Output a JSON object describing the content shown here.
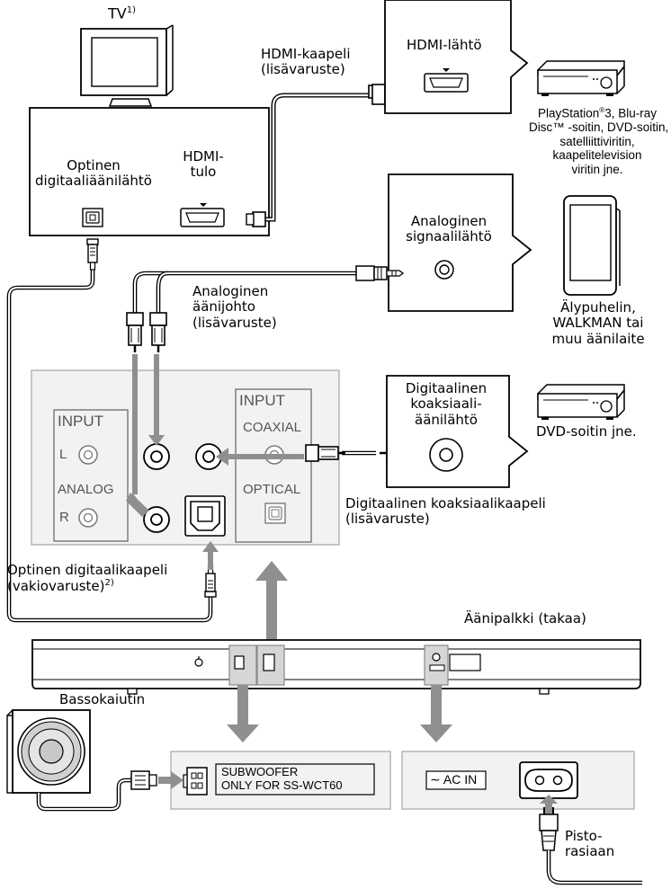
{
  "labels": {
    "tv": "TV",
    "tv_sup": "1)",
    "hdmi_cable_l1": "HDMI-kaapeli",
    "hdmi_cable_l2": "(lisävaruste)",
    "hdmi_out": "HDMI-lähtö",
    "players_l1": "PlayStation",
    "players_reg": "®",
    "players_l1b": "3, Blu-ray",
    "players_l2": "Disc™ -soitin, DVD-soitin,",
    "players_l3": "satelliittiviritin,",
    "players_l4": "kaapelitelevision",
    "players_l5": "viritin jne.",
    "optical_out_l1": "Optinen",
    "optical_out_l2": "digitaaliäänilähtö",
    "hdmi_in_l1": "HDMI-",
    "hdmi_in_l2": "tulo",
    "analog_out_l1": "Analoginen",
    "analog_out_l2": "signaalilähtö",
    "analog_cord_l1": "Analoginen",
    "analog_cord_l2": "äänijohto",
    "analog_cord_l3": "(lisävaruste)",
    "phone_l1": "Älypuhelin,",
    "phone_l2": "WALKMAN tai",
    "phone_l3": "muu äänilaite",
    "digital_coax_l1": "Digitaalinen",
    "digital_coax_l2": "koaksiaali-",
    "digital_coax_l3": "äänilähtö",
    "dvd": "DVD-soitin jne.",
    "panel_input_left": "INPUT",
    "panel_l": "L",
    "panel_analog": "ANALOG",
    "panel_r": "R",
    "panel_input_right": "INPUT",
    "panel_coaxial": "COAXIAL",
    "panel_optical": "OPTICAL",
    "coax_cable_l1": "Digitaalinen koaksiaalikaapeli",
    "coax_cable_l2": "(lisävaruste)",
    "optical_cable_l1": "Optinen digitaalikaapeli",
    "optical_cable_l2": "(vakiovaruste)",
    "optical_cable_sup": "2)",
    "soundbar": "Äänipalkki (takaa)",
    "subwoofer": "Bassokaiutin",
    "sub_label_l1": "SUBWOOFER",
    "sub_label_l2": "ONLY FOR SS-WCT60",
    "ac_tilde": "∼",
    "ac_in": "AC IN",
    "outlet_l1": "Pisto-",
    "outlet_l2": "rasiaan"
  },
  "colors": {
    "line": "#000000",
    "panel_bg": "#f2f2f2",
    "panel_border": "#b5b5b5",
    "arrow_gray": "#8f8f8f",
    "label_gray": "#6a6a6a",
    "highlight": "#d6d6d6"
  }
}
